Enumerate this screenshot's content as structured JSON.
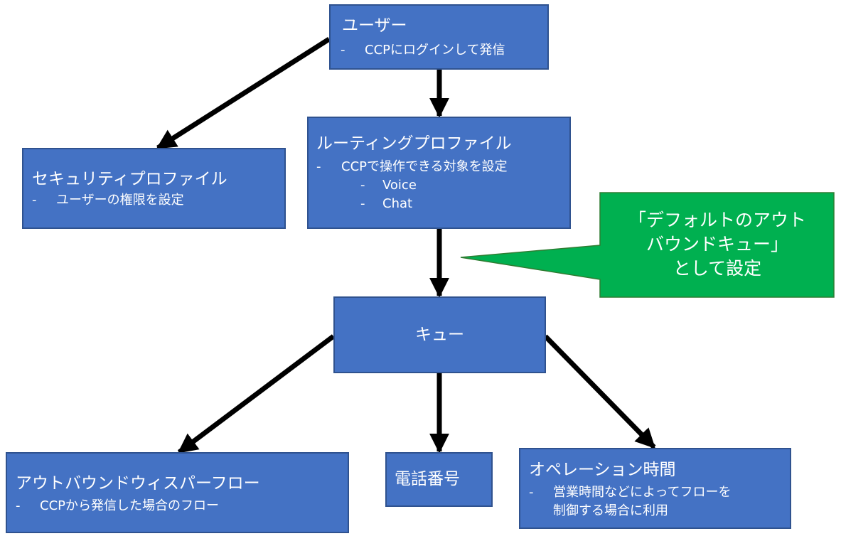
{
  "nodes": {
    "user": {
      "title": "ユーザー",
      "items": [
        "CCPにログインして発信"
      ]
    },
    "security": {
      "title": "セキュリティプロファイル",
      "items": [
        "ユーザーの権限を設定"
      ]
    },
    "routing": {
      "title": "ルーティングプロファイル",
      "items": [
        "CCPで操作できる対象を設定"
      ],
      "subitems": [
        "Voice",
        "Chat"
      ]
    },
    "queue": {
      "title": "キュー"
    },
    "whisper": {
      "title": "アウトバウンドウィスパーフロー",
      "items": [
        "CCPから発信した場合のフロー"
      ]
    },
    "phone": {
      "title": "電話番号"
    },
    "hours": {
      "title": "オペレーション時間",
      "items": [
        "営業時間などによってフローを",
        "制御する場合に利用"
      ]
    }
  },
  "callout": {
    "lines": [
      "「デフォルトのアウト",
      "バウンドキュー」",
      "として設定"
    ]
  },
  "bullet": "-",
  "colors": {
    "box_fill": "#4472C4",
    "box_border": "#2F528F",
    "callout_fill": "#00B050",
    "callout_border": "#2E7D32",
    "arrow": "#000000",
    "text": "#FFFFFF"
  }
}
